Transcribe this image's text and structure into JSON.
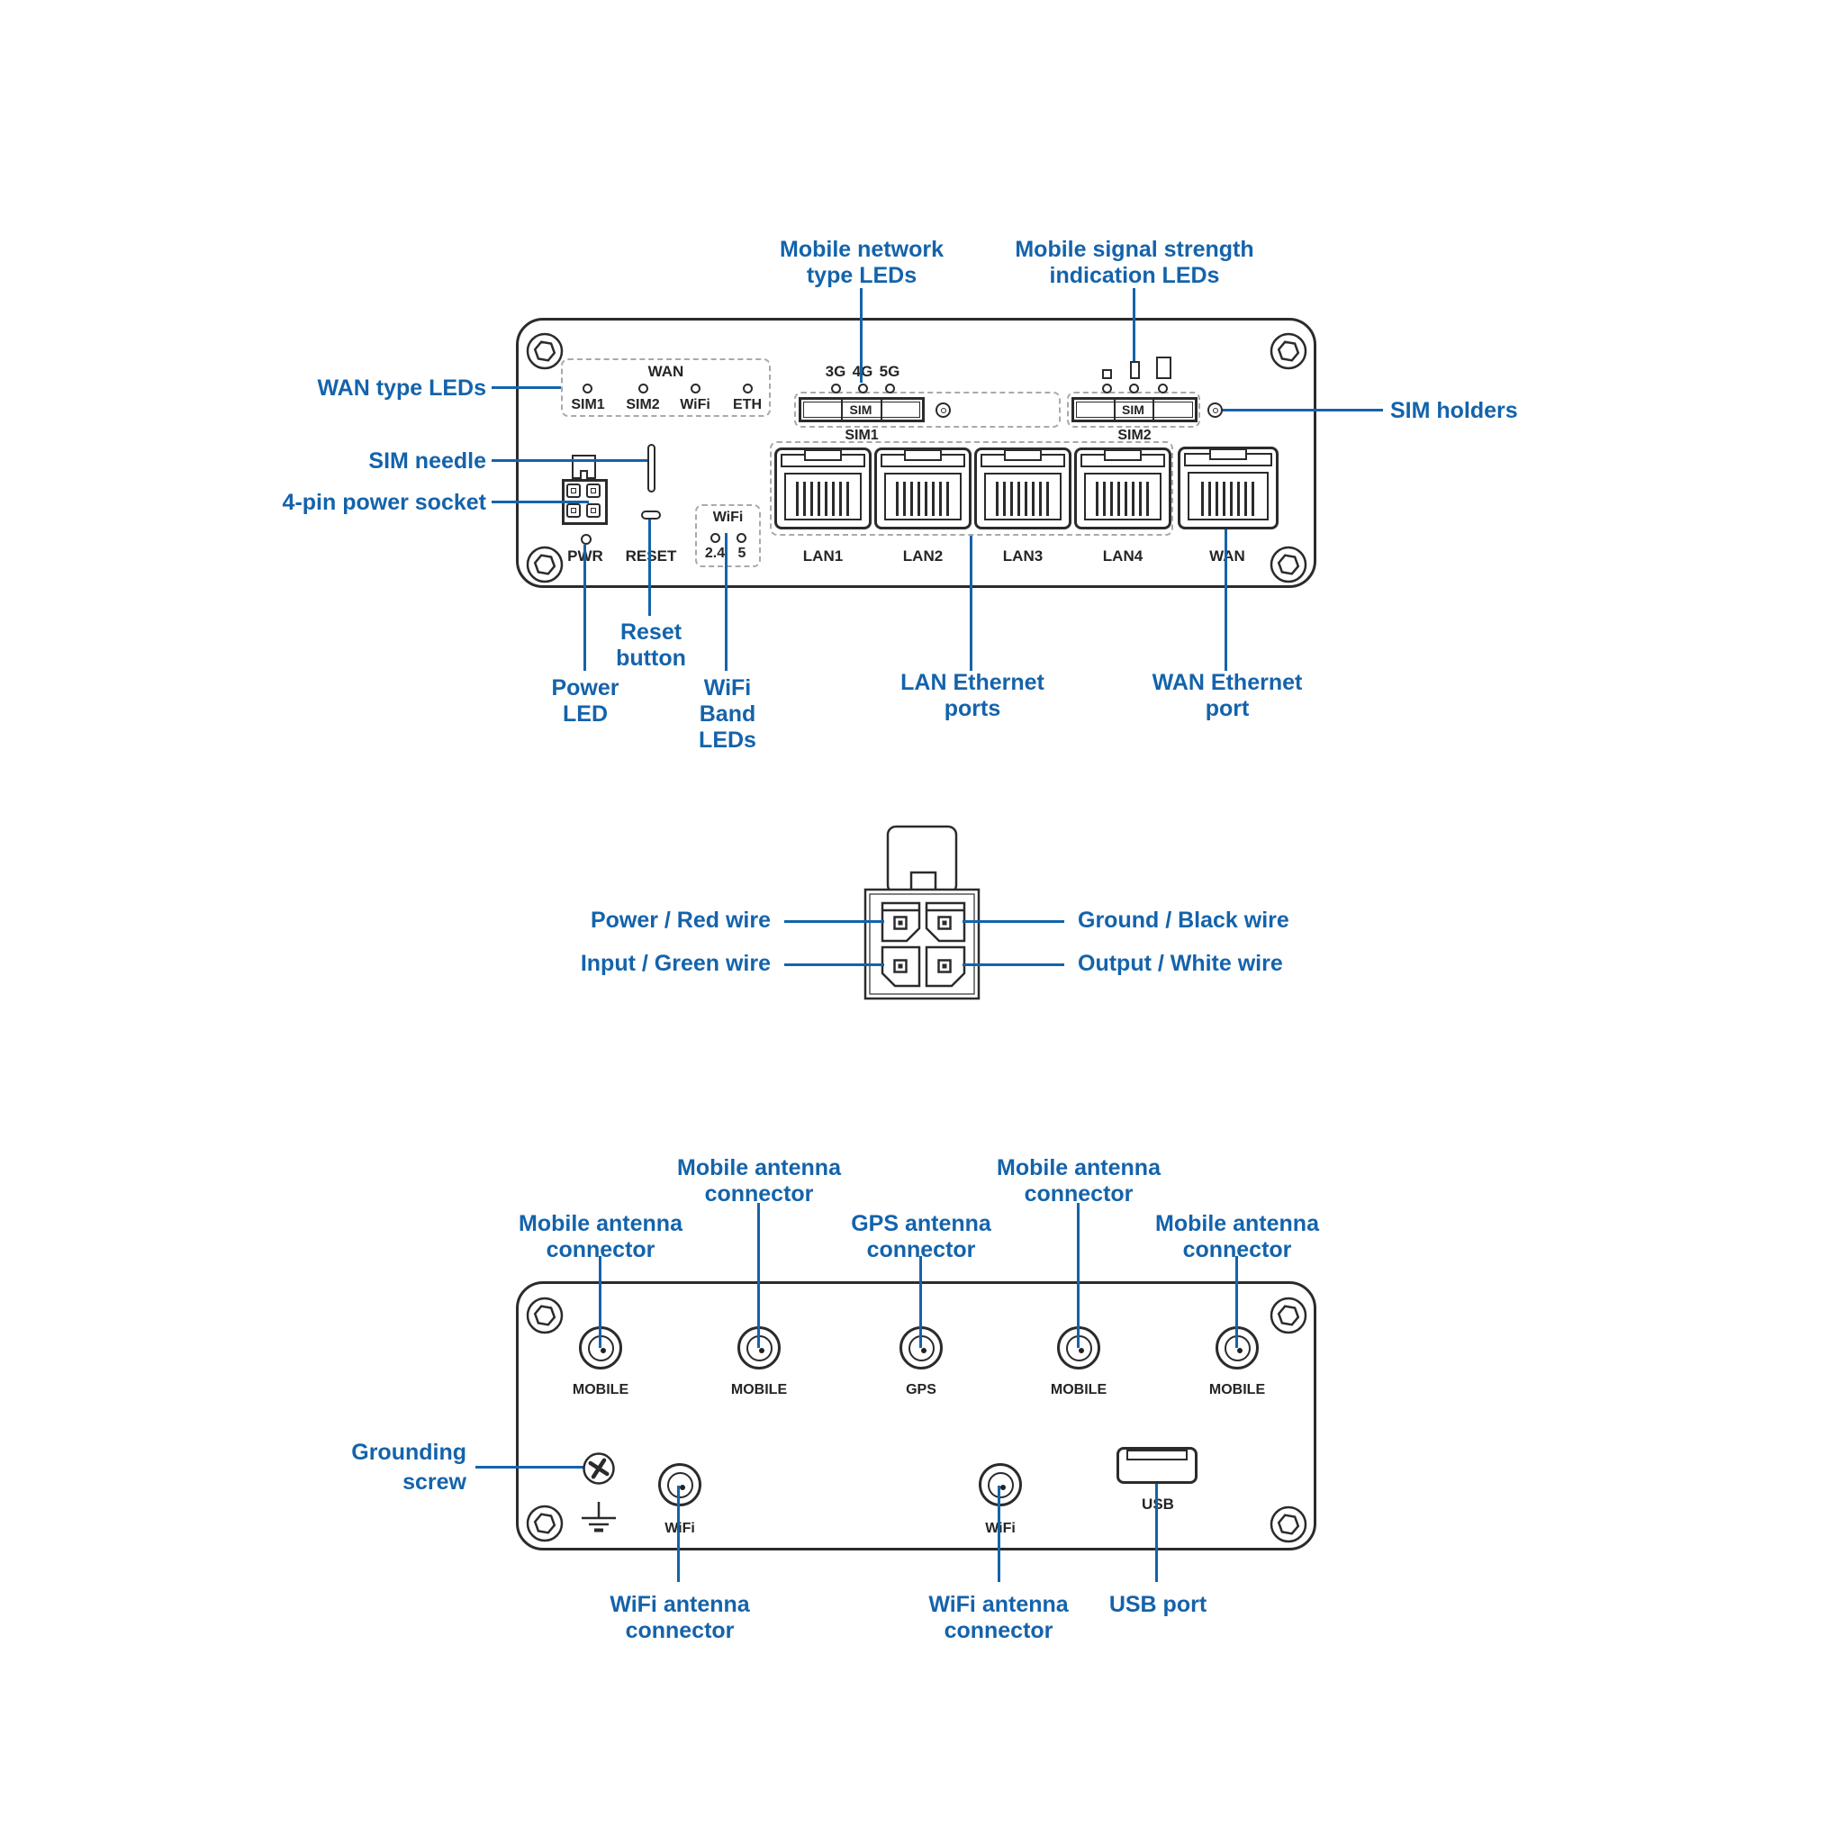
{
  "colors": {
    "accent": "#1463ab",
    "line": "#2b2b2b"
  },
  "front_panel": {
    "wan_group": {
      "title": "WAN",
      "leds": [
        "SIM1",
        "SIM2",
        "WiFi",
        "ETH"
      ]
    },
    "net_types": [
      "3G",
      "4G",
      "5G"
    ],
    "sim1": {
      "tray": "SIM",
      "label": "SIM1"
    },
    "sim2": {
      "tray": "SIM",
      "label": "SIM2"
    },
    "pwr": "PWR",
    "reset": "RESET",
    "wifi_group": {
      "title": "WiFi",
      "bands": [
        "2.4",
        "5"
      ]
    },
    "ports": [
      "LAN1",
      "LAN2",
      "LAN3",
      "LAN4",
      "WAN"
    ],
    "callouts": {
      "wan_type": "WAN type LEDs",
      "mobile_network": "Mobile network\ntype LEDs",
      "mobile_signal": "Mobile signal strength\nindication LEDs",
      "sim_holders": "SIM holders",
      "sim_needle": "SIM needle",
      "power_socket": "4-pin power socket",
      "reset": "Reset\nbutton",
      "power_led": "Power\nLED",
      "wifi_band": "WiFi Band\nLEDs",
      "lan": "LAN Ethernet\nports",
      "wan": "WAN Ethernet\nport"
    }
  },
  "pinout": {
    "power": "Power / Red wire",
    "ground": "Ground / Black wire",
    "input": "Input / Green wire",
    "output": "Output / White wire"
  },
  "rear_panel": {
    "connectors": [
      "MOBILE",
      "MOBILE",
      "GPS",
      "MOBILE",
      "MOBILE"
    ],
    "wifi": [
      "WiFi",
      "WiFi"
    ],
    "usb": "USB",
    "callouts": {
      "mobile": "Mobile antenna\nconnector",
      "gps": "GPS antenna\nconnector",
      "grounding": "Grounding\nscrew",
      "wifi": "WiFi antenna\nconnector",
      "usb": "USB port"
    }
  }
}
